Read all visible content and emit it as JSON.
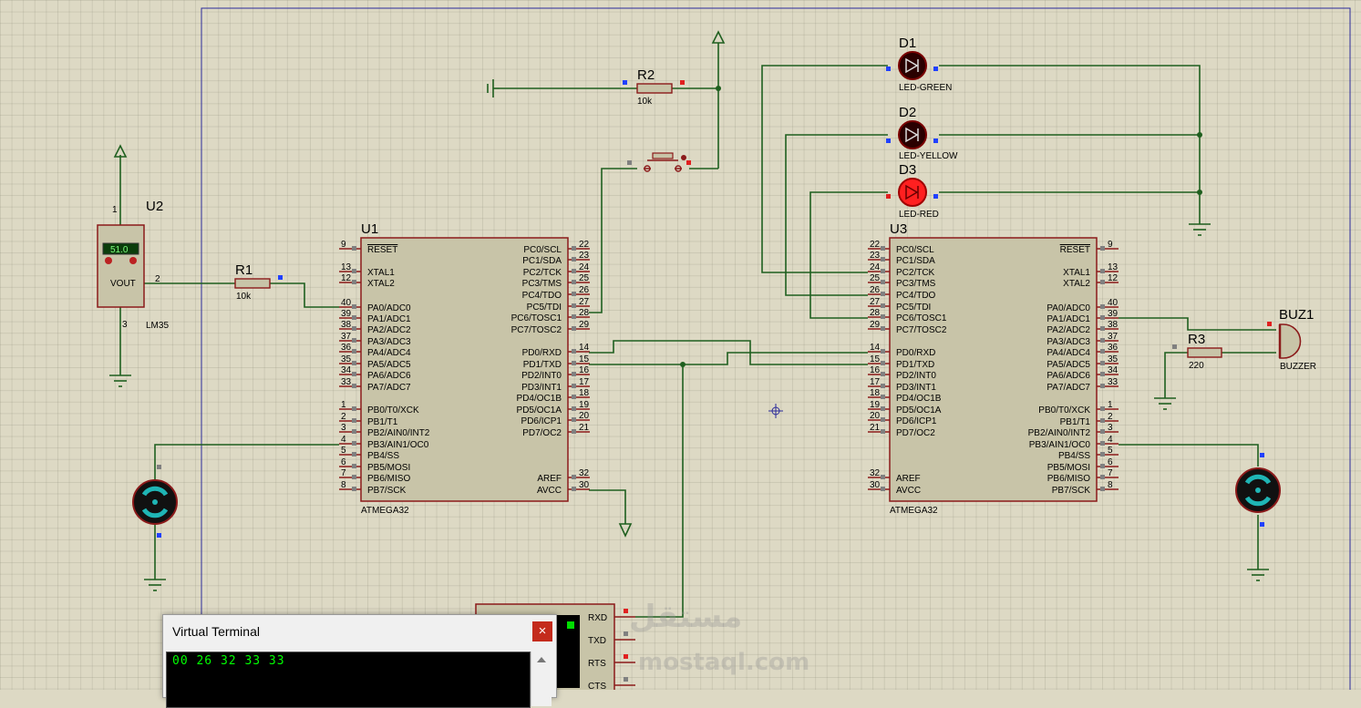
{
  "u1": {
    "ref": "U1",
    "part": "ATMEGA32",
    "left_pins": [
      {
        "num": "9",
        "name": "RESET"
      },
      {
        "num": "13",
        "name": "XTAL1"
      },
      {
        "num": "12",
        "name": "XTAL2"
      },
      {
        "num": "40",
        "name": "PA0/ADC0"
      },
      {
        "num": "39",
        "name": "PA1/ADC1"
      },
      {
        "num": "38",
        "name": "PA2/ADC2"
      },
      {
        "num": "37",
        "name": "PA3/ADC3"
      },
      {
        "num": "36",
        "name": "PA4/ADC4"
      },
      {
        "num": "35",
        "name": "PA5/ADC5"
      },
      {
        "num": "34",
        "name": "PA6/ADC6"
      },
      {
        "num": "33",
        "name": "PA7/ADC7"
      },
      {
        "num": "1",
        "name": "PB0/T0/XCK"
      },
      {
        "num": "2",
        "name": "PB1/T1"
      },
      {
        "num": "3",
        "name": "PB2/AIN0/INT2"
      },
      {
        "num": "4",
        "name": "PB3/AIN1/OC0"
      },
      {
        "num": "5",
        "name": "PB4/SS"
      },
      {
        "num": "6",
        "name": "PB5/MOSI"
      },
      {
        "num": "7",
        "name": "PB6/MISO"
      },
      {
        "num": "8",
        "name": "PB7/SCK"
      }
    ],
    "right_pins": [
      {
        "num": "22",
        "name": "PC0/SCL"
      },
      {
        "num": "23",
        "name": "PC1/SDA"
      },
      {
        "num": "24",
        "name": "PC2/TCK"
      },
      {
        "num": "25",
        "name": "PC3/TMS"
      },
      {
        "num": "26",
        "name": "PC4/TDO"
      },
      {
        "num": "27",
        "name": "PC5/TDI"
      },
      {
        "num": "28",
        "name": "PC6/TOSC1"
      },
      {
        "num": "29",
        "name": "PC7/TOSC2"
      },
      {
        "num": "14",
        "name": "PD0/RXD"
      },
      {
        "num": "15",
        "name": "PD1/TXD"
      },
      {
        "num": "16",
        "name": "PD2/INT0"
      },
      {
        "num": "17",
        "name": "PD3/INT1"
      },
      {
        "num": "18",
        "name": "PD4/OC1B"
      },
      {
        "num": "19",
        "name": "PD5/OC1A"
      },
      {
        "num": "20",
        "name": "PD6/ICP1"
      },
      {
        "num": "21",
        "name": "PD7/OC2"
      },
      {
        "num": "32",
        "name": "AREF"
      },
      {
        "num": "30",
        "name": "AVCC"
      }
    ]
  },
  "u3": {
    "ref": "U3",
    "part": "ATMEGA32",
    "left_pins": [
      {
        "num": "22",
        "name": "PC0/SCL"
      },
      {
        "num": "23",
        "name": "PC1/SDA"
      },
      {
        "num": "24",
        "name": "PC2/TCK"
      },
      {
        "num": "25",
        "name": "PC3/TMS"
      },
      {
        "num": "26",
        "name": "PC4/TDO"
      },
      {
        "num": "27",
        "name": "PC5/TDI"
      },
      {
        "num": "28",
        "name": "PC6/TOSC1"
      },
      {
        "num": "29",
        "name": "PC7/TOSC2"
      },
      {
        "num": "14",
        "name": "PD0/RXD"
      },
      {
        "num": "15",
        "name": "PD1/TXD"
      },
      {
        "num": "16",
        "name": "PD2/INT0"
      },
      {
        "num": "17",
        "name": "PD3/INT1"
      },
      {
        "num": "18",
        "name": "PD4/OC1B"
      },
      {
        "num": "19",
        "name": "PD5/OC1A"
      },
      {
        "num": "20",
        "name": "PD6/ICP1"
      },
      {
        "num": "21",
        "name": "PD7/OC2"
      },
      {
        "num": "32",
        "name": "AREF"
      },
      {
        "num": "30",
        "name": "AVCC"
      }
    ],
    "right_pins": [
      {
        "num": "9",
        "name": "RESET"
      },
      {
        "num": "13",
        "name": "XTAL1"
      },
      {
        "num": "12",
        "name": "XTAL2"
      },
      {
        "num": "40",
        "name": "PA0/ADC0"
      },
      {
        "num": "39",
        "name": "PA1/ADC1"
      },
      {
        "num": "38",
        "name": "PA2/ADC2"
      },
      {
        "num": "37",
        "name": "PA3/ADC3"
      },
      {
        "num": "36",
        "name": "PA4/ADC4"
      },
      {
        "num": "35",
        "name": "PA5/ADC5"
      },
      {
        "num": "34",
        "name": "PA6/ADC6"
      },
      {
        "num": "33",
        "name": "PA7/ADC7"
      },
      {
        "num": "1",
        "name": "PB0/T0/XCK"
      },
      {
        "num": "2",
        "name": "PB1/T1"
      },
      {
        "num": "3",
        "name": "PB2/AIN0/INT2"
      },
      {
        "num": "4",
        "name": "PB3/AIN1/OC0"
      },
      {
        "num": "5",
        "name": "PB4/SS"
      },
      {
        "num": "6",
        "name": "PB5/MOSI"
      },
      {
        "num": "7",
        "name": "PB6/MISO"
      },
      {
        "num": "8",
        "name": "PB7/SCK"
      }
    ]
  },
  "u2": {
    "ref": "U2",
    "part": "LM35",
    "display": "51.0",
    "pin_vout_label": "VOUT",
    "pin1": "1",
    "pin2": "2",
    "pin3": "3"
  },
  "r1": {
    "ref": "R1",
    "value": "10k"
  },
  "r2": {
    "ref": "R2",
    "value": "10k"
  },
  "r3": {
    "ref": "R3",
    "value": "220"
  },
  "d1": {
    "ref": "D1",
    "part": "LED-GREEN"
  },
  "d2": {
    "ref": "D2",
    "part": "LED-YELLOW"
  },
  "d3": {
    "ref": "D3",
    "part": "LED-RED"
  },
  "buz1": {
    "ref": "BUZ1",
    "part": "BUZZER"
  },
  "serial_port": {
    "pins": [
      "RXD",
      "TXD",
      "RTS",
      "CTS"
    ]
  },
  "virtual_terminal": {
    "title": "Virtual Terminal",
    "close": "×",
    "output": "00 26 32 33 33"
  },
  "watermark": {
    "line1": "مستقل",
    "line2": "mostaql.com"
  },
  "colors": {
    "wire": "#1f5f1f",
    "body_fill": "#c8c4a8",
    "body_stroke": "#8b1a1a",
    "pin": "#8b1a1a",
    "terminal_bg": "#000000",
    "terminal_text": "#00ff00"
  }
}
